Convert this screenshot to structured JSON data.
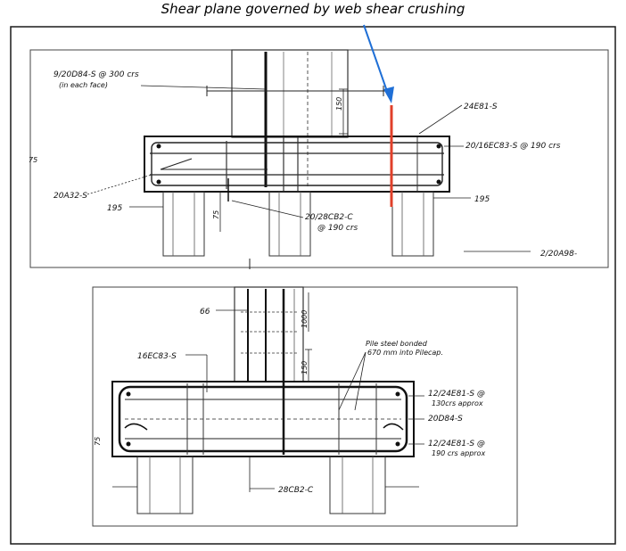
{
  "caption": "Shear plane governed by web shear crushing",
  "colors": {
    "arrow": "#1f6fd6",
    "shear_plane": "#e0402a",
    "ink": "#1a1a1a"
  },
  "top_drawing": {
    "labels": {
      "bars_each_face_1": "9/20D84-S @ 300 crs",
      "bars_each_face_2": "(in each face)",
      "dim_150": "150",
      "bar_24e81": "24E81-S",
      "bar_20_16ec83": "20/16EC83-S @ 190 crs",
      "bar_20a32": "20A32-S",
      "dim_195_left": "195",
      "dim_195_right": "195",
      "dim_75": "75",
      "bar_20_28cb2_1": "20/28CB2-C",
      "bar_20_28cb2_2": "@ 190 crs",
      "bar_2_20a98": "2/20A98-",
      "edge_mark": "75"
    }
  },
  "bottom_drawing": {
    "labels": {
      "dim_66": "66",
      "dim_1000": "1000",
      "dim_150": "150",
      "bar_16ec83": "16EC83-S",
      "pile_note_1": "Pile steel bonded",
      "pile_note_2": "670 mm into Pilecap.",
      "bar_12_24e81_a1": "12/24E81-S @",
      "bar_12_24e81_a2": "130crs approx",
      "bar_20d84": "20D84-S",
      "bar_12_24e81_b1": "12/24E81-S @",
      "bar_12_24e81_b2": "190 crs approx",
      "bar_28cb2": "28CB2-C",
      "dim_75": "75"
    }
  }
}
